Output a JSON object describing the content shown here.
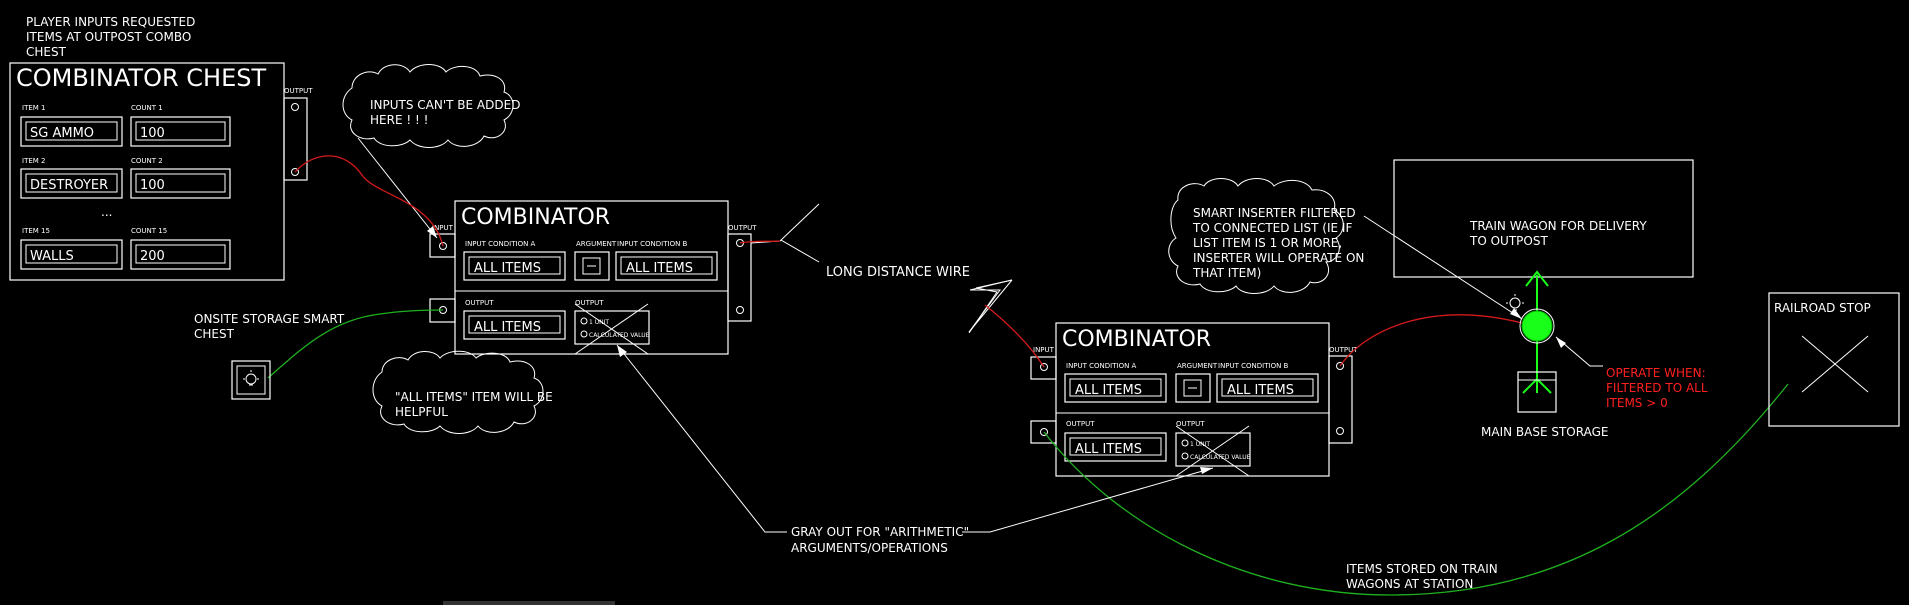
{
  "chest": {
    "title": "COMBINATOR CHEST",
    "output_label": "OUTPUT",
    "item1_label": "ITEM 1",
    "count1_label": "COUNT 1",
    "item1_value": "SG AMMO",
    "count1_value": "100",
    "item2_label": "ITEM 2",
    "count2_label": "COUNT 2",
    "item2_value": "DESTROYER",
    "count2_value": "100",
    "ellipsis": "...",
    "item15_label": "ITEM 15",
    "count15_label": "COUNT 15",
    "item15_value": "WALLS",
    "count15_value": "200"
  },
  "notes": {
    "player_inputs": [
      "PLAYER INPUTS REQUESTED",
      "ITEMS AT OUTPOST COMBO",
      "CHEST"
    ],
    "inputs_cant": [
      "INPUTS CAN'T BE ADDED",
      "HERE ! ! !"
    ],
    "onsite": [
      "ONSITE STORAGE SMART",
      "CHEST"
    ],
    "all_items_helpful": [
      "\"ALL ITEMS\" ITEM WILL BE",
      "HELPFUL"
    ],
    "long_distance": "LONG DISTANCE WIRE",
    "gray_out": [
      "GRAY OUT FOR \"ARITHMETIC\"",
      "ARGUMENTS/OPERATIONS"
    ],
    "smart_inserter": [
      "SMART INSERTER FILTERED",
      "TO CONNECTED LIST (IE IF",
      "LIST ITEM IS 1 OR MORE,",
      "INSERTER WILL OPERATE ON",
      "THAT ITEM)"
    ],
    "train_wagon": [
      "TRAIN WAGON FOR DELIVERY",
      "TO OUTPOST"
    ],
    "operate_when": [
      "OPERATE WHEN:",
      "FILTERED TO ALL",
      "ITEMS > 0"
    ],
    "main_base": "MAIN BASE STORAGE",
    "railroad_stop": "RAILROAD STOP",
    "items_stored": [
      "ITEMS STORED ON TRAIN",
      "WAGONS AT STATION"
    ]
  },
  "combinator1": {
    "title": "COMBINATOR",
    "input_label": "INPUT",
    "output_label": "OUTPUT",
    "cond_a_label": "INPUT CONDITION A",
    "argument_label": "ARGUMENT",
    "cond_b_label": "INPUT CONDITION B",
    "cond_a_value": "ALL ITEMS",
    "cond_b_value": "ALL ITEMS",
    "out_section_label": "OUTPUT",
    "out_value": "ALL ITEMS",
    "out2_label": "OUTPUT",
    "radio1": "1 UNIT",
    "radio2": "CALCULATED VALUE"
  },
  "combinator2": {
    "title": "COMBINATOR",
    "input_label": "INPUT",
    "output_label": "OUTPUT",
    "cond_a_label": "INPUT CONDITION A",
    "argument_label": "ARGUMENT",
    "cond_b_label": "INPUT CONDITION B",
    "cond_a_value": "ALL ITEMS",
    "cond_b_value": "ALL ITEMS",
    "out_section_label": "OUTPUT",
    "out_value": "ALL ITEMS",
    "out2_label": "OUTPUT",
    "radio1": "1 UNIT",
    "radio2": "CALCULATED VALUE"
  },
  "colors": {
    "red_wire": "#d41a1a",
    "green_wire": "#1fb01f",
    "inserter": "#19ff19",
    "note_red": "#ff2020"
  }
}
